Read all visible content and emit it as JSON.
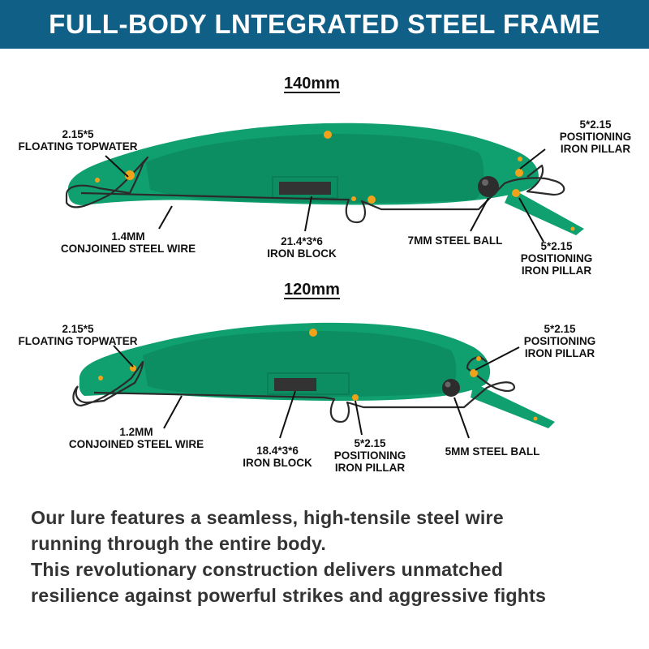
{
  "header": {
    "title": "FULL-BODY LNTEGRATED STEEL FRAME"
  },
  "colors": {
    "banner": "#0f5f86",
    "lure_body": "#10a06f",
    "lure_shade": "#0a7f57",
    "pin": "#f0a21a",
    "wire": "#2b2b2b"
  },
  "lure_140": {
    "title": "140mm",
    "labels": {
      "floating_spec": "2.15*5",
      "floating_name": "FLOATING TOPWATER",
      "wire_spec": "1.4MM",
      "wire_name": "CONJOINED STEEL WIRE",
      "block_spec": "21.4*3*6",
      "block_name": "IRON BLOCK",
      "ball": "7MM STEEL BALL",
      "pillar_top_spec": "5*2.15",
      "pillar_top_line1": "POSITIONING",
      "pillar_top_line2": "IRON PILLAR",
      "pillar_bottom_spec": "5*2.15",
      "pillar_bottom_line1": "POSITIONING",
      "pillar_bottom_line2": "IRON PILLAR"
    }
  },
  "lure_120": {
    "title": "120mm",
    "labels": {
      "floating_spec": "2.15*5",
      "floating_name": "FLOATING TOPWATER",
      "wire_spec": "1.2MM",
      "wire_name": "CONJOINED STEEL WIRE",
      "block_spec": "18.4*3*6",
      "block_name": "IRON BLOCK",
      "pillar_mid_spec": "5*2.15",
      "pillar_mid_line1": "POSITIONING",
      "pillar_mid_line2": "IRON PILLAR",
      "ball": "5MM STEEL BALL",
      "pillar_top_spec": "5*2.15",
      "pillar_top_line1": "POSITIONING",
      "pillar_top_line2": "IRON PILLAR"
    }
  },
  "description": {
    "line1": "Our lure features a seamless, high-tensile steel wire",
    "line2": "running through the entire body.",
    "line3": "This revolutionary construction delivers unmatched",
    "line4": "resilience against powerful strikes and aggressive fights"
  }
}
